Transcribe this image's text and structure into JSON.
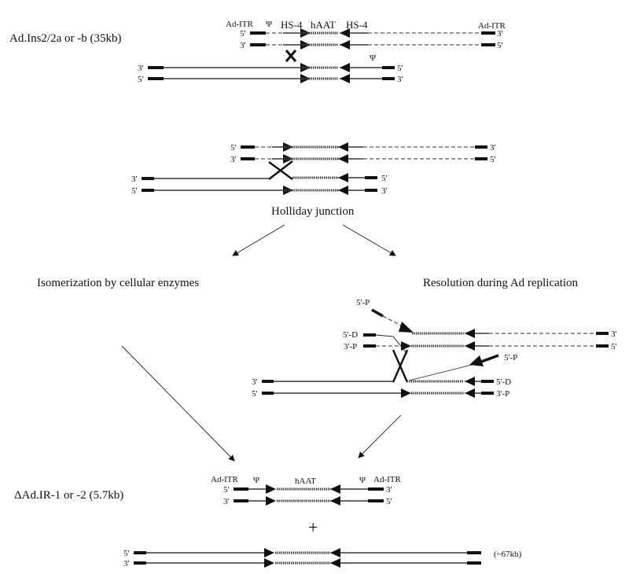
{
  "title_top": "Ad.Ins2/2a or -b (35kb)",
  "labels": {
    "ad_itr": "Ad-ITR",
    "psi": "Ψ",
    "hs4": "HS-4",
    "haat": "hAAT",
    "p5": "5'",
    "p3": "3'",
    "p5P": "5'-P",
    "p5D": "5'-D",
    "p3P": "3'-P"
  },
  "holliday": "Holliday junction",
  "isomerization": "Isomerization by cellular enzymes",
  "resolution": "Resolution during Ad replication",
  "deltaAd": "ΔAd.IR-1 or -2   (5.7kb)",
  "plus": "+",
  "size67": "(~67kb)"
}
